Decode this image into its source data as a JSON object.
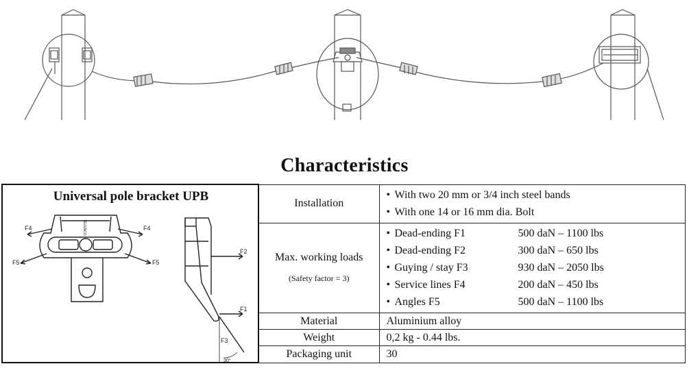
{
  "heading": "Characteristics",
  "product": {
    "title": "Universal pole bracket UPB",
    "brand_text": "TELENCO",
    "force_labels": [
      "F4",
      "F4",
      "F5",
      "F5",
      "F2",
      "F1",
      "F3"
    ],
    "angle_label": "30°"
  },
  "table": {
    "installation": {
      "label": "Installation",
      "lines": [
        "With two 20 mm or 3/4 inch steel bands",
        "With one 14 or 16 mm dia. Bolt"
      ]
    },
    "loads": {
      "label": "Max. working loads",
      "sublabel": "(Safety factor = 3)",
      "rows": [
        {
          "name": "Dead-ending F1",
          "range": "500 daN  –  1100 lbs"
        },
        {
          "name": "Dead-ending F2",
          "range": "300 daN  –  650 lbs"
        },
        {
          "name": "Guying / stay F3",
          "range": "930 daN  –  2050 lbs"
        },
        {
          "name": "Service lines F4",
          "range": "200 daN  –  450 lbs"
        },
        {
          "name": "Angles F5",
          "range": "500 daN  –  1100 lbs"
        }
      ]
    },
    "material": {
      "label": "Material",
      "value": "Aluminium alloy"
    },
    "weight": {
      "label": "Weight",
      "value": "0,2 kg  -  0.44 lbs."
    },
    "packaging": {
      "label": "Packaging unit",
      "value": "30"
    }
  }
}
